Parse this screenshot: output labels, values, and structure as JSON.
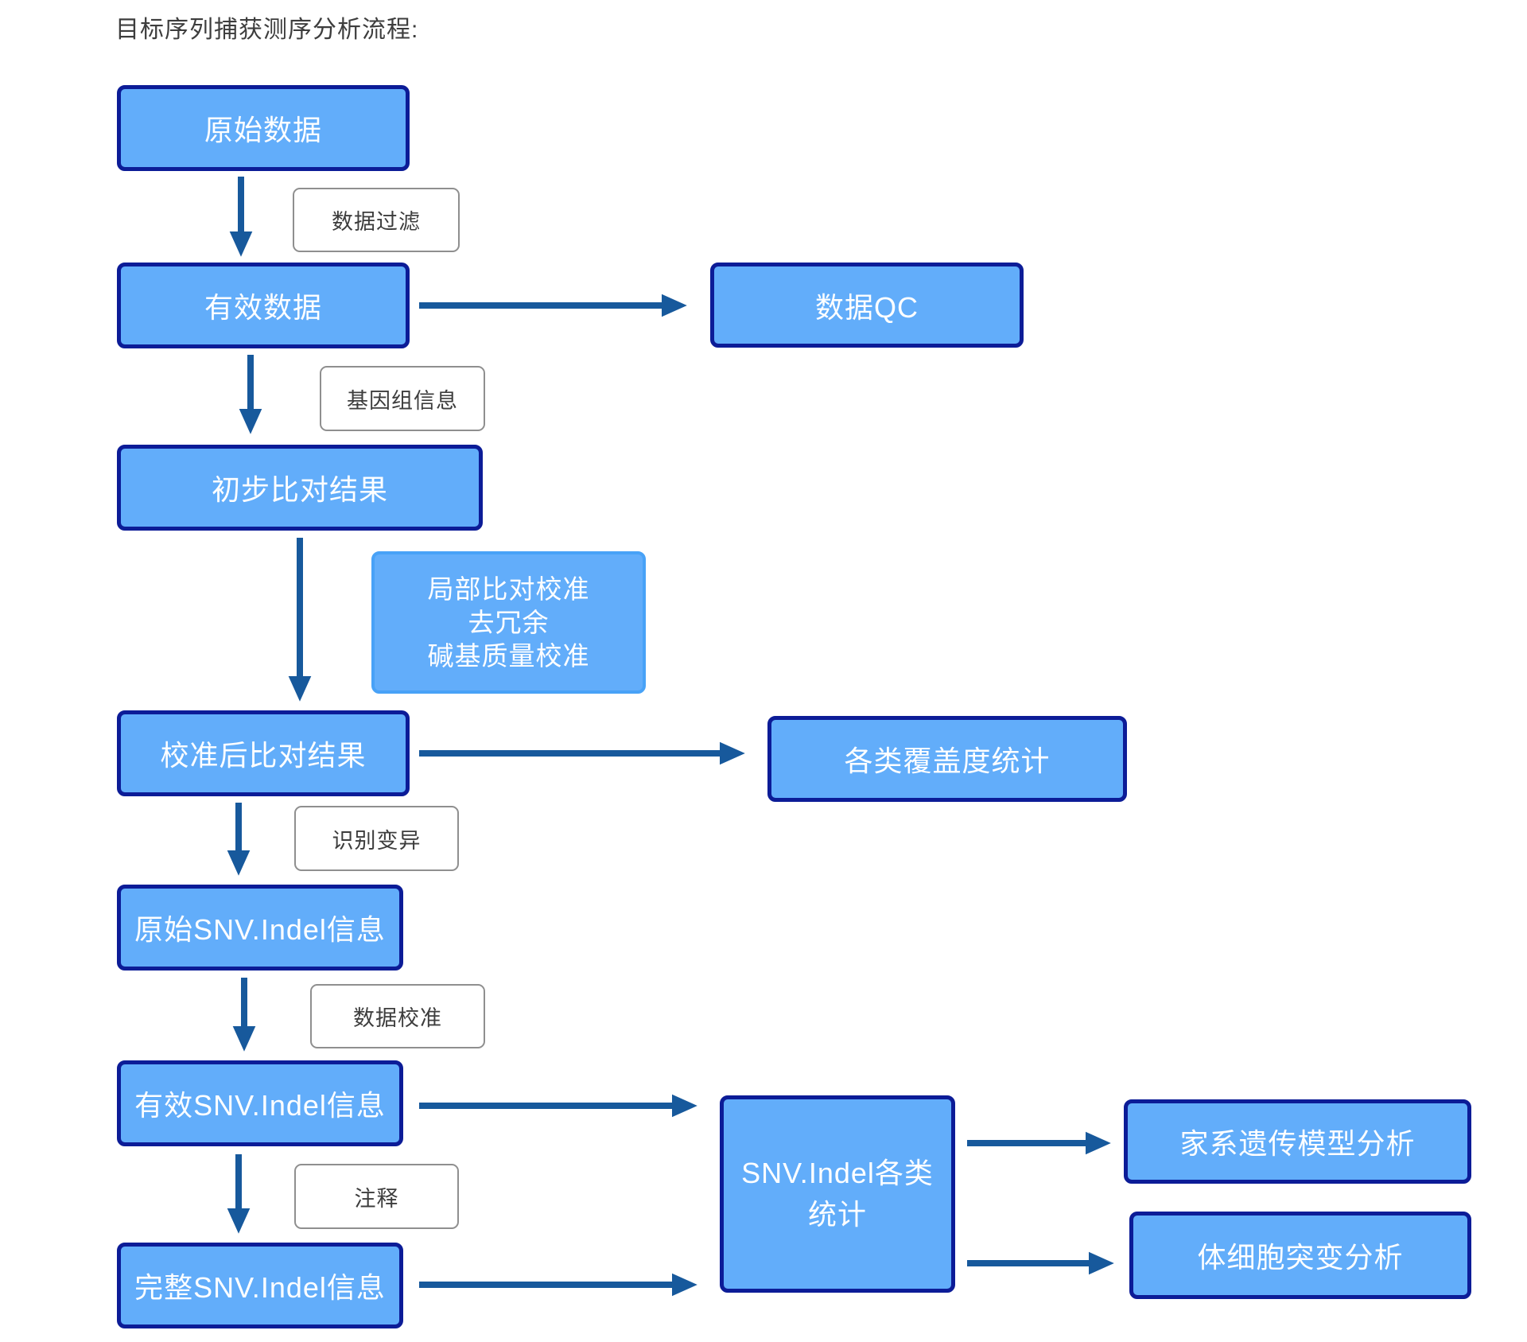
{
  "title": "目标序列捕获测序分析流程:",
  "colors": {
    "node-fill": "#62adfa",
    "node-border": "#0c1c97",
    "side-border": "#48a2f7",
    "arrow": "#17599c",
    "label-border": "#8f8f8f",
    "label-text": "#3d3d3d",
    "title-text": "#3d3d3d",
    "node-text": "#ffffff"
  },
  "nodes": {
    "raw_data": {
      "label": "原始数据"
    },
    "clean_data": {
      "label": "有效数据"
    },
    "data_qc": {
      "label": "数据QC"
    },
    "initial_alignment": {
      "label": "初步比对结果"
    },
    "calibrated_alignment": {
      "label": "校准后比对结果"
    },
    "coverage_stats": {
      "label": "各类覆盖度统计"
    },
    "raw_snv_indel": {
      "label": "原始SNV.Indel信息"
    },
    "valid_snv_indel": {
      "label": "有效SNV.Indel信息"
    },
    "complete_snv_indel": {
      "label": "完整SNV.Indel信息"
    },
    "snv_indel_stats": {
      "label": "SNV.Indel各类统计"
    },
    "pedigree_model_analysis": {
      "label": "家系遗传模型分析"
    },
    "somatic_mutation_analysis": {
      "label": "体细胞突变分析"
    }
  },
  "process_labels": {
    "data_filter": {
      "label": "数据过滤"
    },
    "genome_info": {
      "label": "基因组信息"
    },
    "local_realign": {
      "lines": [
        "局部比对校准",
        "去冗余",
        "碱基质量校准"
      ]
    },
    "variant_calling": {
      "label": "识别变异"
    },
    "data_calibration": {
      "label": "数据校准"
    },
    "annotation": {
      "label": "注释"
    }
  }
}
